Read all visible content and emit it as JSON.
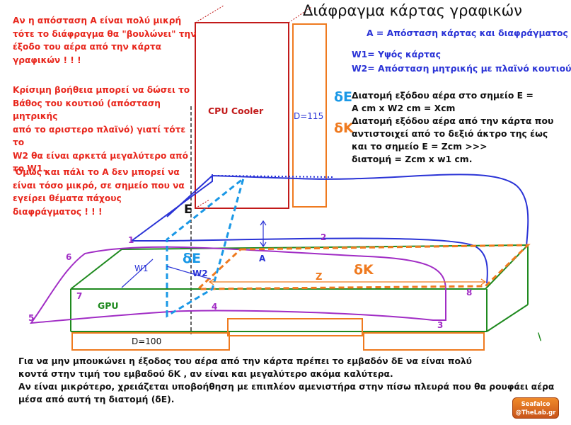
{
  "title": "Διάφραγμα κάρτας γραφικών",
  "legend": {
    "a": "A = Απόσταση κάρτας και διαφράγματος",
    "w1": "W1= Υψός κάρτας",
    "w2": "W2= Απόσταση μητρικής με πλαϊνό κουτιού"
  },
  "left_notes": [
    [
      "Αν η απόσταση Α είναι πολύ μικρή",
      "τότε το διάφραγμα θα \"βουλώνει\" την",
      "έξοδο του αέρα από την κάρτα",
      "γραφικών ! ! !"
    ],
    [
      "Κρίσιμη βοήθεια μπορεί να δώσει το",
      "Βάθος του κουτιού (απόσταση μητρικής",
      "από το αριστερο πλαϊνό) γιατί τότε το",
      "W2 θα είναι αρκετά μεγαλύτερο από",
      "το W1."
    ],
    [
      "'Ομως και πάλι το Α δεν μπορεί να",
      "είναι τόσο μικρό, σε σημείο που να",
      "εγείρει θέματα πάχους",
      "διαφράγματος ! ! !"
    ]
  ],
  "formula_de": {
    "symbol": "δE",
    "lines": [
      "Διατομή εξόδου αέρα στο σημείο Ε =",
      "A cm x W2 cm =  Xcm"
    ]
  },
  "formula_dk": {
    "symbol": "δK",
    "lines": [
      "Διατομή εξόδου αέρα από την κάρτα που",
      "αντιστοιχεί από το δεξιό άκτρο της έως",
      "και το σημείο Ε = Zcm  >>>",
      "διατομή = Zcm x w1 cm."
    ]
  },
  "labels": {
    "cpu_cooler": "CPU Cooler",
    "d115": "D=115",
    "d100": "D=100",
    "e": "E",
    "a": "A",
    "z": "Z",
    "w1": "W1",
    "w2": "W2",
    "gpu": "GPU",
    "de": "δE",
    "dk": "δK",
    "backslash": "\\",
    "n1": "1",
    "n2": "2",
    "n3": "3",
    "n4": "4",
    "n5": "5",
    "n6": "6",
    "n7": "7",
    "n8": "8"
  },
  "bottom_text": [
    "Για να μην μπουκώνει η έξοδος του αέρα από την κάρτα πρέπει το εμβαδόν δΕ να είναι πολύ",
    "κοντά στην τιμή του εμβαδού δΚ , αν είναι και μεγαλύτερο ακόμα καλύτερα.",
    "Αν είναι μικρότερο, χρειάζεται υποβοήθηση με επιπλέον αμενιστήρα στην πίσω πλευρά που θα ρουφάει αέρα",
    "μέσα από αυτή τη διατομή (δΕ)."
  ],
  "logo": {
    "line1": "Seafalco",
    "line2": "@TheLab.gr"
  },
  "colors": {
    "red": "#e8271d",
    "blue": "#2a33d6",
    "green": "#1f8a1f",
    "orange": "#ef7a1f",
    "purple": "#a12dc5",
    "light_blue": "#1a98e6",
    "cooler_red": "#c21a1a"
  }
}
